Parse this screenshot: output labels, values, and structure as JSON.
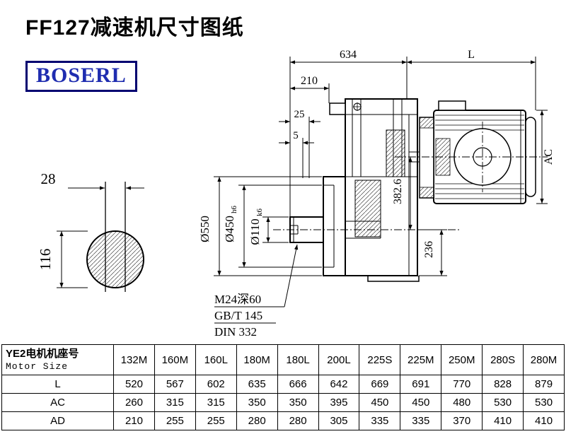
{
  "page": {
    "title": "FF127减速机尺寸图纸",
    "brand": "BOSERL"
  },
  "drawing": {
    "dim_top_total": "634",
    "dim_motor_length": "L",
    "dim_210": "210",
    "dim_25": "25",
    "dim_5": "5",
    "dim_ac": "AC",
    "dim_flange_od": "Ø550",
    "dim_spigot": "Ø450",
    "dim_spigot_tol": "h6",
    "dim_shaft": "Ø110",
    "dim_shaft_tol": "k6",
    "dim_382": "382.6",
    "dim_236": "236",
    "dim_key_width": "28",
    "dim_shaft_height": "116",
    "note_tap": "M24深60",
    "note_gb": "GB/T 145",
    "note_din": "DIN 332"
  },
  "table": {
    "header_cn": "YE2电机机座号",
    "header_en": "Motor Size",
    "columns": [
      "132M",
      "160M",
      "160L",
      "180M",
      "180L",
      "200L",
      "225S",
      "225M",
      "250M",
      "280S",
      "280M"
    ],
    "rows": [
      {
        "label": "L",
        "values": [
          "520",
          "567",
          "602",
          "635",
          "666",
          "642",
          "669",
          "691",
          "770",
          "828",
          "879"
        ]
      },
      {
        "label": "AC",
        "values": [
          "260",
          "315",
          "315",
          "350",
          "350",
          "395",
          "450",
          "450",
          "480",
          "530",
          "530"
        ]
      },
      {
        "label": "AD",
        "values": [
          "210",
          "255",
          "255",
          "280",
          "280",
          "305",
          "335",
          "335",
          "370",
          "410",
          "410"
        ]
      }
    ]
  }
}
